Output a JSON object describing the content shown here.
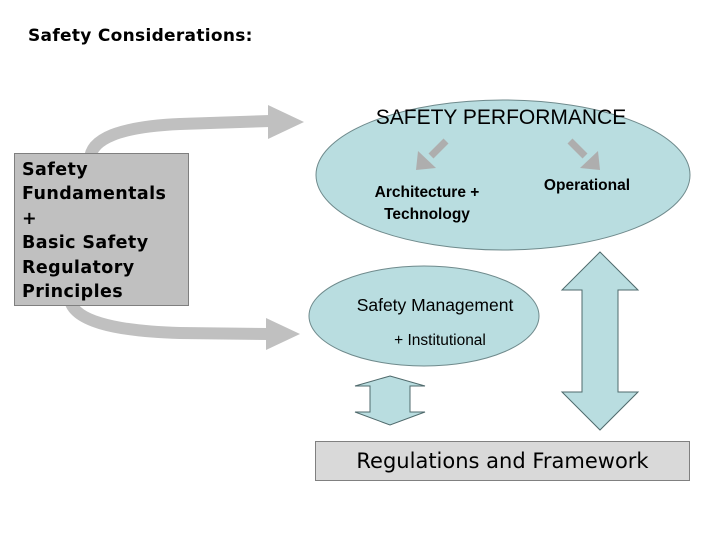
{
  "title": "Safety Considerations:",
  "fundamentals": {
    "lines": [
      "Safety",
      "Fundamentals",
      "+",
      "Basic Safety",
      "Regulatory",
      "Principles"
    ]
  },
  "performance": {
    "title": "SAFETY PERFORMANCE",
    "architecture_line1": "Architecture +",
    "architecture_line2": "Technology",
    "operational": "Operational"
  },
  "management": {
    "title": "Safety Management",
    "institutional": "+ Institutional"
  },
  "regulations": {
    "label": "Regulations and Framework"
  },
  "colors": {
    "ellipse_fill": "#b9dde0",
    "box_fill": "#c0c0c0",
    "reg_fill": "#d9d9d9",
    "curved_arrow": "#c0c0c0",
    "small_arrow": "#aeaeae"
  }
}
